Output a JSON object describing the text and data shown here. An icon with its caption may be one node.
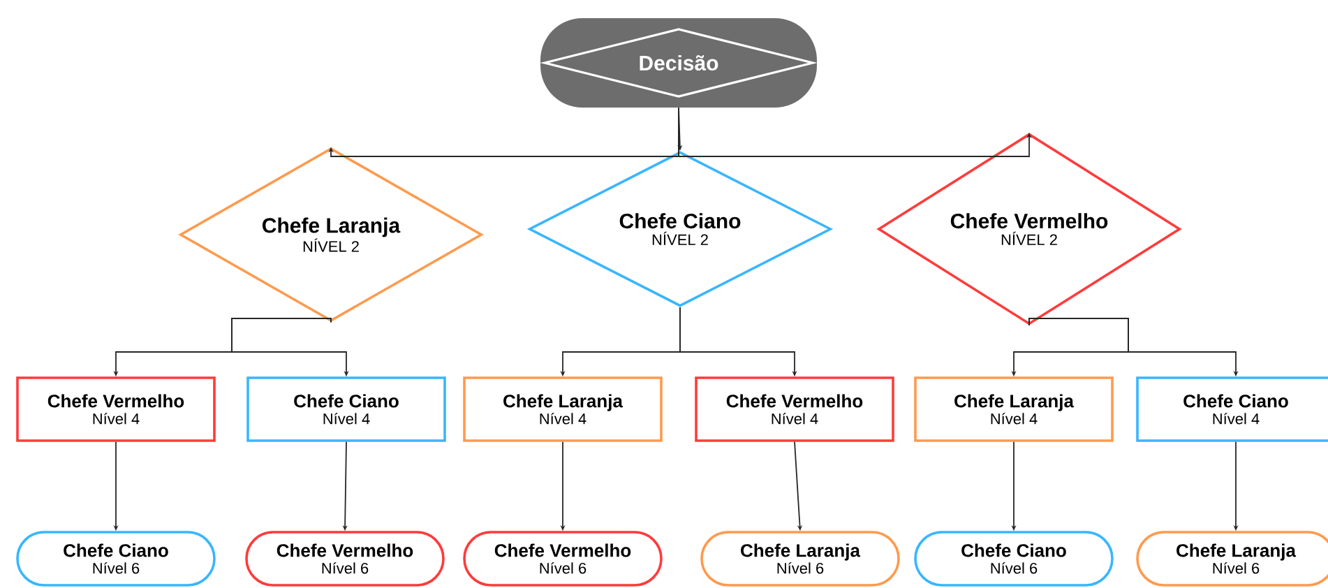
{
  "diagram": {
    "nodes": [
      {
        "text": [
          "Decisão"
        ]
      },
      {
        "text": [
          "Chefe Laranja",
          "NÍVEL 2"
        ]
      },
      {
        "text": [
          "Chefe Ciano",
          "NÍVEL 2"
        ]
      },
      {
        "text": [
          "Chefe Vermelho",
          "NÍVEL 2"
        ]
      },
      {
        "text": [
          "Chefe Vermelho",
          "Nível 4"
        ]
      },
      {
        "text": [
          "Chefe Ciano",
          "Nível 4"
        ]
      },
      {
        "text": [
          "Chefe Laranja",
          "Nível 4"
        ]
      },
      {
        "text": [
          "Chefe Vermelho",
          "Nível 4"
        ]
      },
      {
        "text": [
          "Chefe Laranja",
          "Nível 4"
        ]
      },
      {
        "text": [
          "Chefe Ciano",
          "Nível 4"
        ]
      },
      {
        "text": [
          "Chefe Ciano",
          "Nível 6"
        ]
      },
      {
        "text": [
          "Chefe Vermelho",
          "Nível 6"
        ]
      },
      {
        "text": [
          "Chefe Vermelho",
          "Nível 6"
        ]
      },
      {
        "text": [
          "Chefe Laranja",
          "Nível 6"
        ]
      },
      {
        "text": [
          "Chefe Ciano",
          "Nível 6"
        ]
      },
      {
        "text": [
          "Chefe Laranja",
          "Nível 6"
        ]
      }
    ],
    "edges": [
      {
        "from": 0,
        "to": 1,
        "arrow": "to"
      },
      {
        "from": 0,
        "to": 2,
        "arrow": "to"
      },
      {
        "from": 0,
        "to": 3,
        "arrow": "to"
      },
      {
        "from": 1,
        "to": 4,
        "arrow": "to"
      },
      {
        "from": 1,
        "to": 5,
        "arrow": "to"
      },
      {
        "from": 2,
        "to": 6,
        "arrow": "to"
      },
      {
        "from": 2,
        "to": 7,
        "arrow": "to"
      },
      {
        "from": 3,
        "to": 8,
        "arrow": "to"
      },
      {
        "from": 3,
        "to": 9,
        "arrow": "to"
      },
      {
        "from": 4,
        "to": 10,
        "arrow": "to"
      },
      {
        "from": 5,
        "to": 11,
        "arrow": "to"
      },
      {
        "from": 6,
        "to": 12,
        "arrow": "to"
      },
      {
        "from": 7,
        "to": 13,
        "arrow": "to"
      },
      {
        "from": 8,
        "to": 14,
        "arrow": "to"
      },
      {
        "from": 9,
        "to": 15,
        "arrow": "to"
      }
    ]
  }
}
